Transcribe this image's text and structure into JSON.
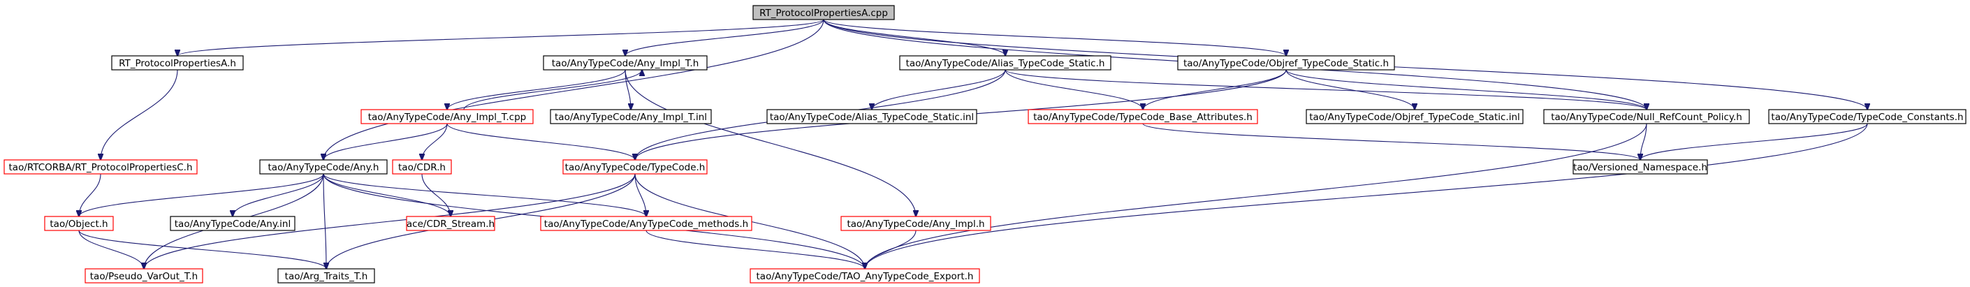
{
  "colors": {
    "root_fill": "#bfbfbf",
    "node_fill": "#ffffff",
    "border_default": "#000000",
    "border_missing": "#ff0000",
    "edge": "#191970"
  },
  "nodes": [
    {
      "id": "root",
      "label": "RT_ProtocolPropertiesA.cpp",
      "kind": "root"
    },
    {
      "id": "rtpa_h",
      "label": "RT_ProtocolPropertiesA.h",
      "kind": "normal"
    },
    {
      "id": "any_impl_t_h",
      "label": "tao/AnyTypeCode/Any_Impl_T.h",
      "kind": "normal"
    },
    {
      "id": "alias_static_h",
      "label": "tao/AnyTypeCode/Alias_TypeCode_Static.h",
      "kind": "normal"
    },
    {
      "id": "objref_static_h",
      "label": "tao/AnyTypeCode/Objref_TypeCode_Static.h",
      "kind": "normal"
    },
    {
      "id": "rtcorba_c_h",
      "label": "tao/RTCORBA/RT_ProtocolPropertiesC.h",
      "kind": "missing"
    },
    {
      "id": "any_impl_t_cpp",
      "label": "tao/AnyTypeCode/Any_Impl_T.cpp",
      "kind": "missing"
    },
    {
      "id": "any_impl_t_inl",
      "label": "tao/AnyTypeCode/Any_Impl_T.inl",
      "kind": "normal"
    },
    {
      "id": "alias_static_inl",
      "label": "tao/AnyTypeCode/Alias_TypeCode_Static.inl",
      "kind": "normal"
    },
    {
      "id": "tc_base_attr_h",
      "label": "tao/AnyTypeCode/TypeCode_Base_Attributes.h",
      "kind": "missing"
    },
    {
      "id": "objref_static_inl",
      "label": "tao/AnyTypeCode/Objref_TypeCode_Static.inl",
      "kind": "normal"
    },
    {
      "id": "null_refcount_h",
      "label": "tao/AnyTypeCode/Null_RefCount_Policy.h",
      "kind": "normal"
    },
    {
      "id": "tc_constants_h",
      "label": "tao/AnyTypeCode/TypeCode_Constants.h",
      "kind": "normal"
    },
    {
      "id": "any_h",
      "label": "tao/AnyTypeCode/Any.h",
      "kind": "normal"
    },
    {
      "id": "cdr_h",
      "label": "tao/CDR.h",
      "kind": "missing"
    },
    {
      "id": "typecode_h",
      "label": "tao/AnyTypeCode/TypeCode.h",
      "kind": "missing"
    },
    {
      "id": "versioned_ns_h",
      "label": "tao/Versioned_Namespace.h",
      "kind": "normal"
    },
    {
      "id": "object_h",
      "label": "tao/Object.h",
      "kind": "missing"
    },
    {
      "id": "any_inl",
      "label": "tao/AnyTypeCode/Any.inl",
      "kind": "normal"
    },
    {
      "id": "cdr_stream_h",
      "label": "ace/CDR_Stream.h",
      "kind": "missing"
    },
    {
      "id": "tc_methods_h",
      "label": "tao/AnyTypeCode/AnyTypeCode_methods.h",
      "kind": "missing"
    },
    {
      "id": "any_impl_h",
      "label": "tao/AnyTypeCode/Any_Impl.h",
      "kind": "missing"
    },
    {
      "id": "pseudo_varout_h",
      "label": "tao/Pseudo_VarOut_T.h",
      "kind": "missing"
    },
    {
      "id": "arg_traits_h",
      "label": "tao/Arg_Traits_T.h",
      "kind": "normal"
    },
    {
      "id": "tao_export_h",
      "label": "tao/AnyTypeCode/TAO_AnyTypeCode_Export.h",
      "kind": "missing"
    }
  ],
  "edges": [
    [
      "root",
      "rtpa_h"
    ],
    [
      "root",
      "any_impl_t_h"
    ],
    [
      "root",
      "alias_static_h"
    ],
    [
      "root",
      "objref_static_h"
    ],
    [
      "root",
      "null_refcount_h"
    ],
    [
      "root",
      "tc_constants_h"
    ],
    [
      "root",
      "any_h"
    ],
    [
      "rtpa_h",
      "rtcorba_c_h"
    ],
    [
      "rtcorba_c_h",
      "object_h"
    ],
    [
      "any_impl_t_h",
      "any_impl_t_cpp"
    ],
    [
      "any_impl_t_h",
      "any_impl_t_inl"
    ],
    [
      "any_impl_t_h",
      "any_impl_h"
    ],
    [
      "any_impl_t_cpp",
      "any_impl_t_h"
    ],
    [
      "any_impl_t_cpp",
      "any_h"
    ],
    [
      "any_impl_t_cpp",
      "cdr_h"
    ],
    [
      "any_impl_t_cpp",
      "typecode_h"
    ],
    [
      "alias_static_h",
      "alias_static_inl"
    ],
    [
      "alias_static_h",
      "tc_base_attr_h"
    ],
    [
      "alias_static_h",
      "null_refcount_h"
    ],
    [
      "alias_static_h",
      "typecode_h"
    ],
    [
      "objref_static_h",
      "tc_base_attr_h"
    ],
    [
      "objref_static_h",
      "objref_static_inl"
    ],
    [
      "objref_static_h",
      "null_refcount_h"
    ],
    [
      "objref_static_h",
      "typecode_h"
    ],
    [
      "tc_base_attr_h",
      "versioned_ns_h"
    ],
    [
      "null_refcount_h",
      "versioned_ns_h"
    ],
    [
      "null_refcount_h",
      "tao_export_h"
    ],
    [
      "tc_constants_h",
      "versioned_ns_h"
    ],
    [
      "tc_constants_h",
      "tao_export_h"
    ],
    [
      "any_h",
      "object_h"
    ],
    [
      "any_h",
      "any_inl"
    ],
    [
      "any_h",
      "cdr_stream_h"
    ],
    [
      "any_h",
      "tc_methods_h"
    ],
    [
      "any_h",
      "pseudo_varout_h"
    ],
    [
      "any_h",
      "arg_traits_h"
    ],
    [
      "any_h",
      "tao_export_h"
    ],
    [
      "cdr_h",
      "cdr_stream_h"
    ],
    [
      "typecode_h",
      "tc_methods_h"
    ],
    [
      "typecode_h",
      "pseudo_varout_h"
    ],
    [
      "typecode_h",
      "arg_traits_h"
    ],
    [
      "typecode_h",
      "tao_export_h"
    ],
    [
      "object_h",
      "pseudo_varout_h"
    ],
    [
      "object_h",
      "arg_traits_h"
    ],
    [
      "tc_methods_h",
      "tao_export_h"
    ],
    [
      "any_impl_h",
      "tao_export_h"
    ]
  ]
}
